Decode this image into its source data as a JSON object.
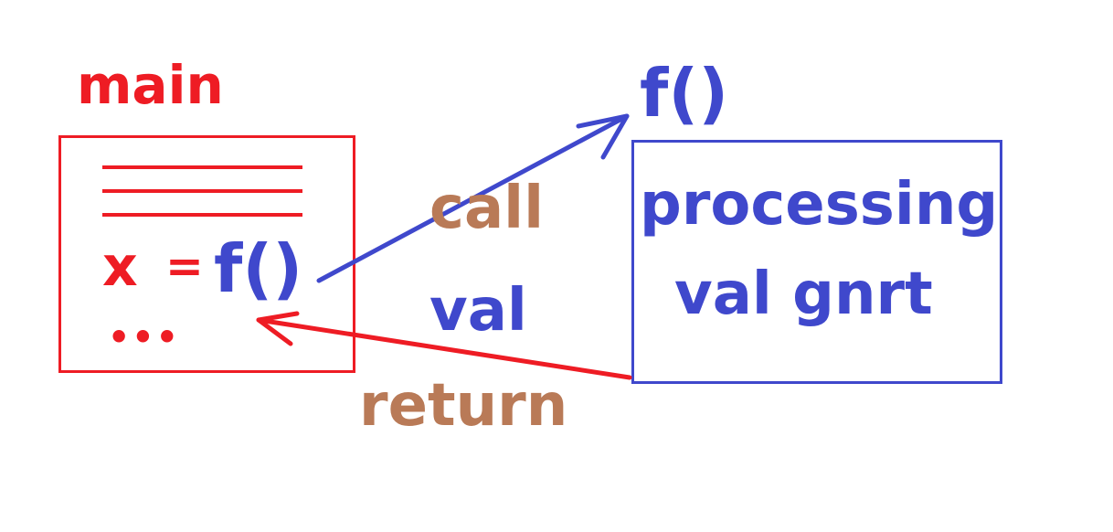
{
  "main_block": {
    "title": "main",
    "assign_var": "x",
    "assign_op": "=",
    "call_expr": "f()",
    "continuation": "•••"
  },
  "function_block": {
    "title": "f()",
    "line1": "processing",
    "line2": "val gnrt"
  },
  "arrows": {
    "call_label": "call",
    "return_label_line1": "val",
    "return_label_line2": "return"
  },
  "colors": {
    "main": "#ee1c24",
    "function": "#3f48cc",
    "labels": "#b97a57"
  }
}
